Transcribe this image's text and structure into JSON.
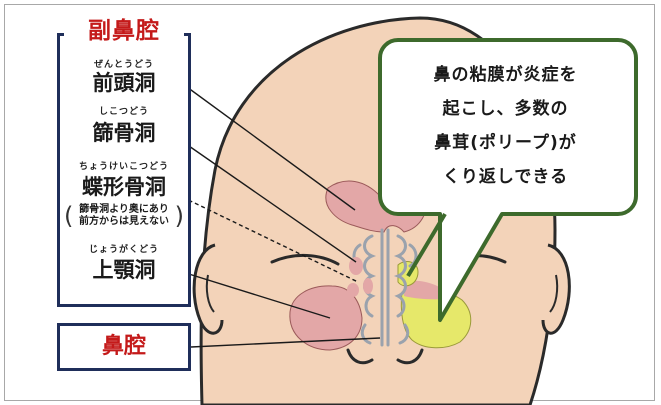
{
  "sinus_panel": {
    "title": "副鼻腔",
    "items": [
      {
        "ruby": "ぜんとうどう",
        "label": "前頭洞"
      },
      {
        "ruby": "しこつどう",
        "label": "篩骨洞"
      },
      {
        "ruby": "ちょうけいこつどう",
        "label": "蝶形骨洞"
      },
      {
        "ruby": "じょうがくどう",
        "label": "上顎洞"
      }
    ],
    "note_lines": [
      "篩骨洞より奥にあり",
      "前方からは見えない"
    ]
  },
  "cavity_label": "鼻腔",
  "bubble": {
    "lines": [
      "鼻の粘膜が炎症を",
      "起こし、多数の",
      "鼻茸(ポリープ)が",
      "くり返しできる"
    ]
  },
  "colors": {
    "skin": "#f3d3b9",
    "outline": "#2a2a2a",
    "sinus": "#e3a7a7",
    "polyp": "#e6e86a",
    "bubble_border": "#3d6a2c",
    "box_border": "#1f2e5a",
    "title_red": "#c41a1a"
  }
}
